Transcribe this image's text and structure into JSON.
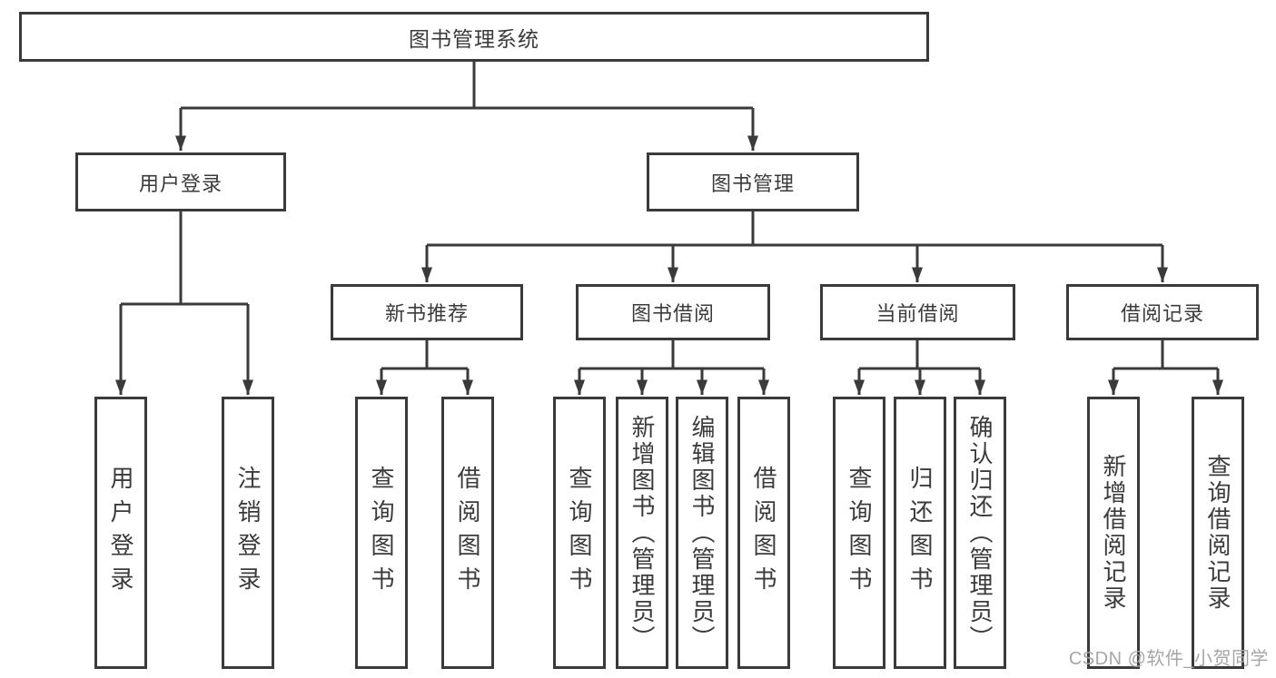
{
  "nodes": {
    "root": "图书管理系统",
    "user_login": "用户登录",
    "book_mgmt": "图书管理",
    "new_books": "新书推荐",
    "book_borrow": "图书借阅",
    "current_borrow": "当前借阅",
    "borrow_records": "借阅记录"
  },
  "leaves": {
    "user": [
      "用户登录",
      "注销登录"
    ],
    "new_books": [
      "查询图书",
      "借阅图书"
    ],
    "book_borrow": [
      "查询图书",
      "新增图书（管理员）",
      "编辑图书（管理员）",
      "借阅图书"
    ],
    "current_borrow": [
      "查询图书",
      "归还图书",
      "确认归还（管理员）"
    ],
    "borrow_records": [
      "新增借阅记录",
      "查询借阅记录"
    ]
  },
  "watermark": "CSDN @软件_小贺同学",
  "colors": {
    "line": "#3a3a3a",
    "text": "#3b3b3b",
    "watermark": "#a6a6a6",
    "background": "#ffffff"
  }
}
